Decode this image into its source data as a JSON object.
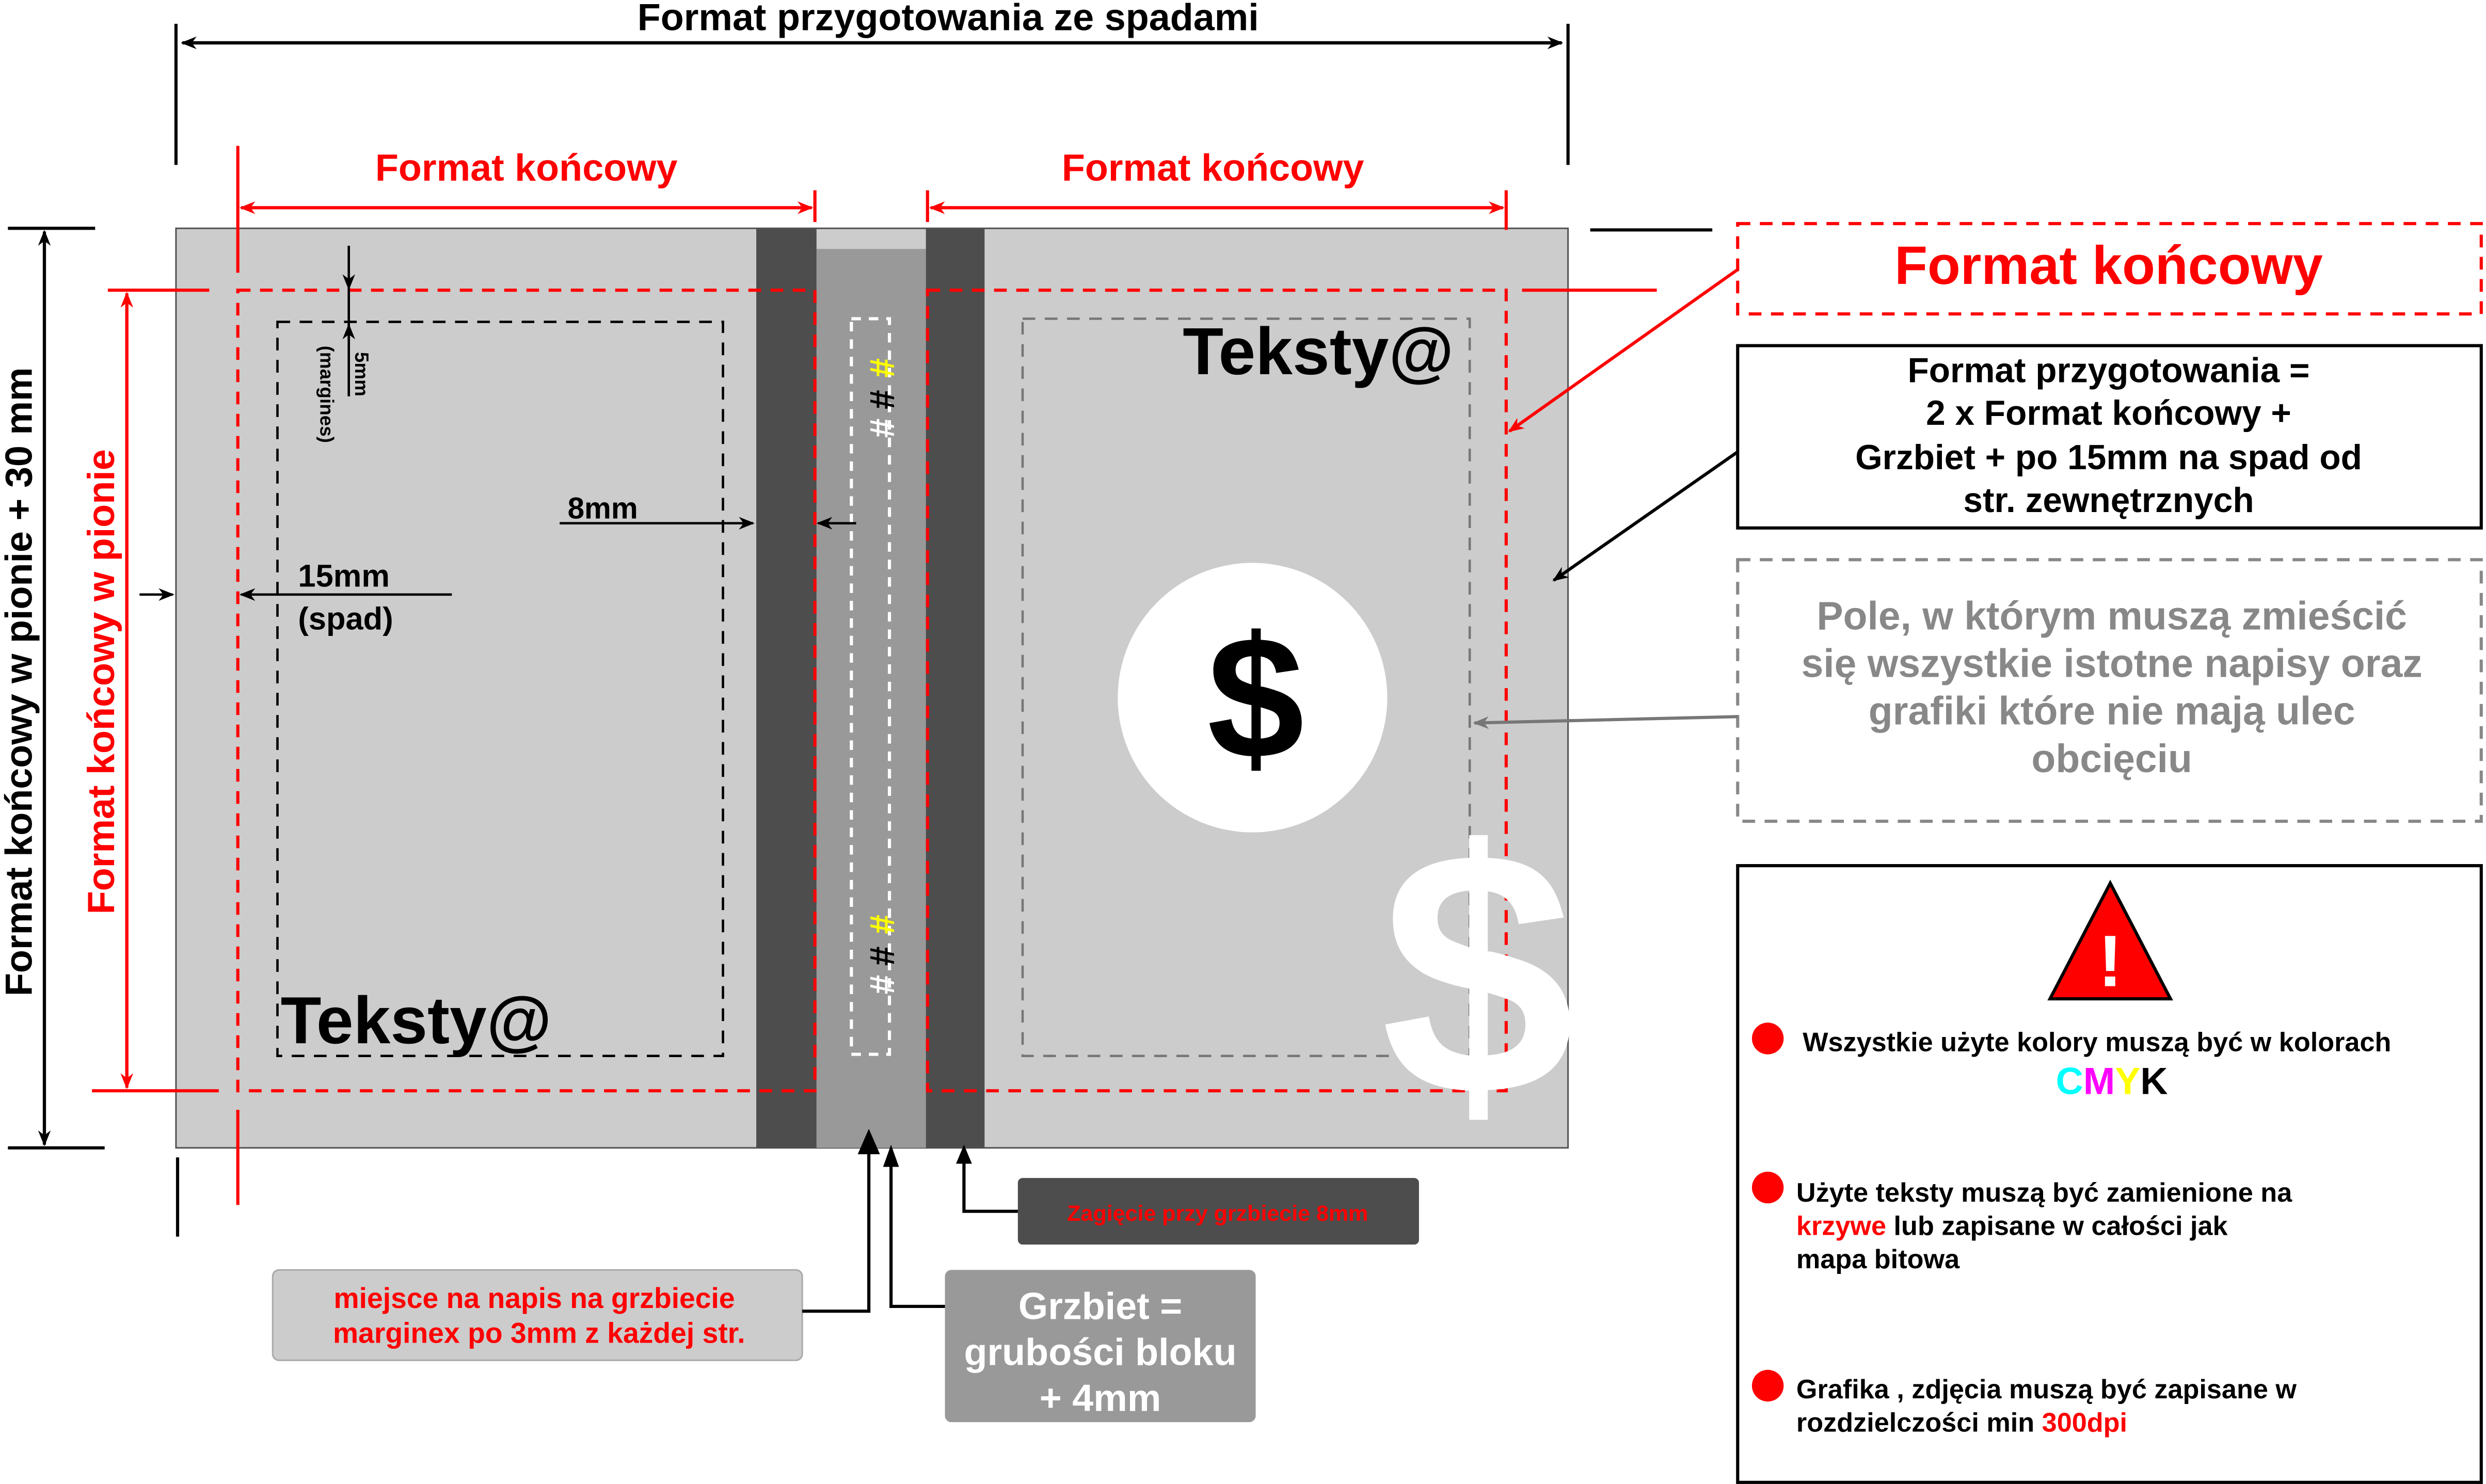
{
  "top_title": "Format przygotowania ze spadami",
  "final_format_left": "Format końcowy",
  "final_format_right": "Format końcowy",
  "vertical_outer_label": "Format końcowy w pionie + 30 mm",
  "vertical_inner_label": "Format końcowy w pionie",
  "margin_label": "5mm",
  "margin_sub": "(margines)",
  "fold_label": "8mm",
  "bleed_label": "15mm",
  "bleed_sub": "(spad)",
  "sample_text_left": "Teksty@",
  "sample_text_right": "Teksty@",
  "dollar": "$",
  "spine_glyph": "#",
  "fold_box": "Zagięcie przy grzbiecie 8mm",
  "spine_text_box": [
    "miejsce na napis na grzbiecie",
    "marginex po 3mm z każdej str."
  ],
  "spine_box": [
    "Grzbiet =",
    "grubości bloku",
    "+ 4mm"
  ],
  "legend": {
    "final_format": "Format końcowy",
    "prep_format": [
      "Format przygotowania =",
      "2 x Format końcowy +",
      "Grzbiet + po 15mm na spad od",
      "str. zewnętrznych"
    ],
    "safe_area": [
      "Pole, w którym muszą zmieścić",
      "się wszystkie istotne napisy oraz",
      "grafiki które nie mają ulec",
      "obcięciu"
    ]
  },
  "warnings": {
    "icon": "!",
    "colors_line": "Wszystkie użyte kolory muszą być w kolorach",
    "cmyk": [
      "C",
      "M",
      "Y",
      "K"
    ],
    "text_line1": "Użyte teksty muszą być zamienione na",
    "text_curves": "krzywe",
    "text_line2_rest": " lub zapisane w całości jak",
    "text_line3": "mapa bitowa",
    "graphics_line1": "Grafika , zdjęcia muszą być zapisane w",
    "graphics_line2": "rozdzielczości min ",
    "graphics_dpi": "300dpi"
  },
  "colors": {
    "red": "#ff0000",
    "page": "#cccccc",
    "spine": "#999999",
    "dark": "#4d4d4d"
  }
}
